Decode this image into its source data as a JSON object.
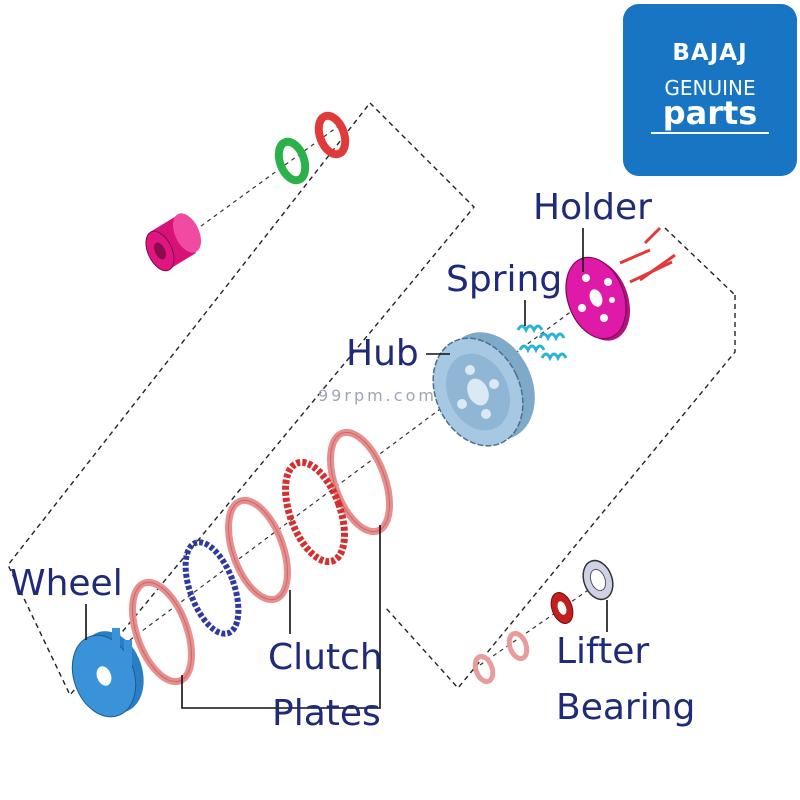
{
  "logo": {
    "brand": "BAJAJ",
    "line1": "GENUINE",
    "line2": "parts"
  },
  "labels": {
    "holder": "Holder",
    "spring": "Spring",
    "hub": "Hub",
    "wheel": "Wheel",
    "clutch_plates": [
      "Clutch",
      "Plates"
    ],
    "lifter_bearing": [
      "Lifter",
      "Bearing"
    ]
  },
  "watermark": "99rpm.com",
  "colors": {
    "label_text": "#1f2a78",
    "logo_bg": "#1775c4",
    "holder": "#d91aa0",
    "spring": "#2bb3d6",
    "hub": "#8fb6d4",
    "wheel": "#3a93d9",
    "friction_plate": "#d96b6b",
    "steel_plate_red": "#d62f2f",
    "steel_plate_blue": "#2f3a9e",
    "green_washer": "#2bb04a",
    "magenta_collar": "#e0157f"
  }
}
